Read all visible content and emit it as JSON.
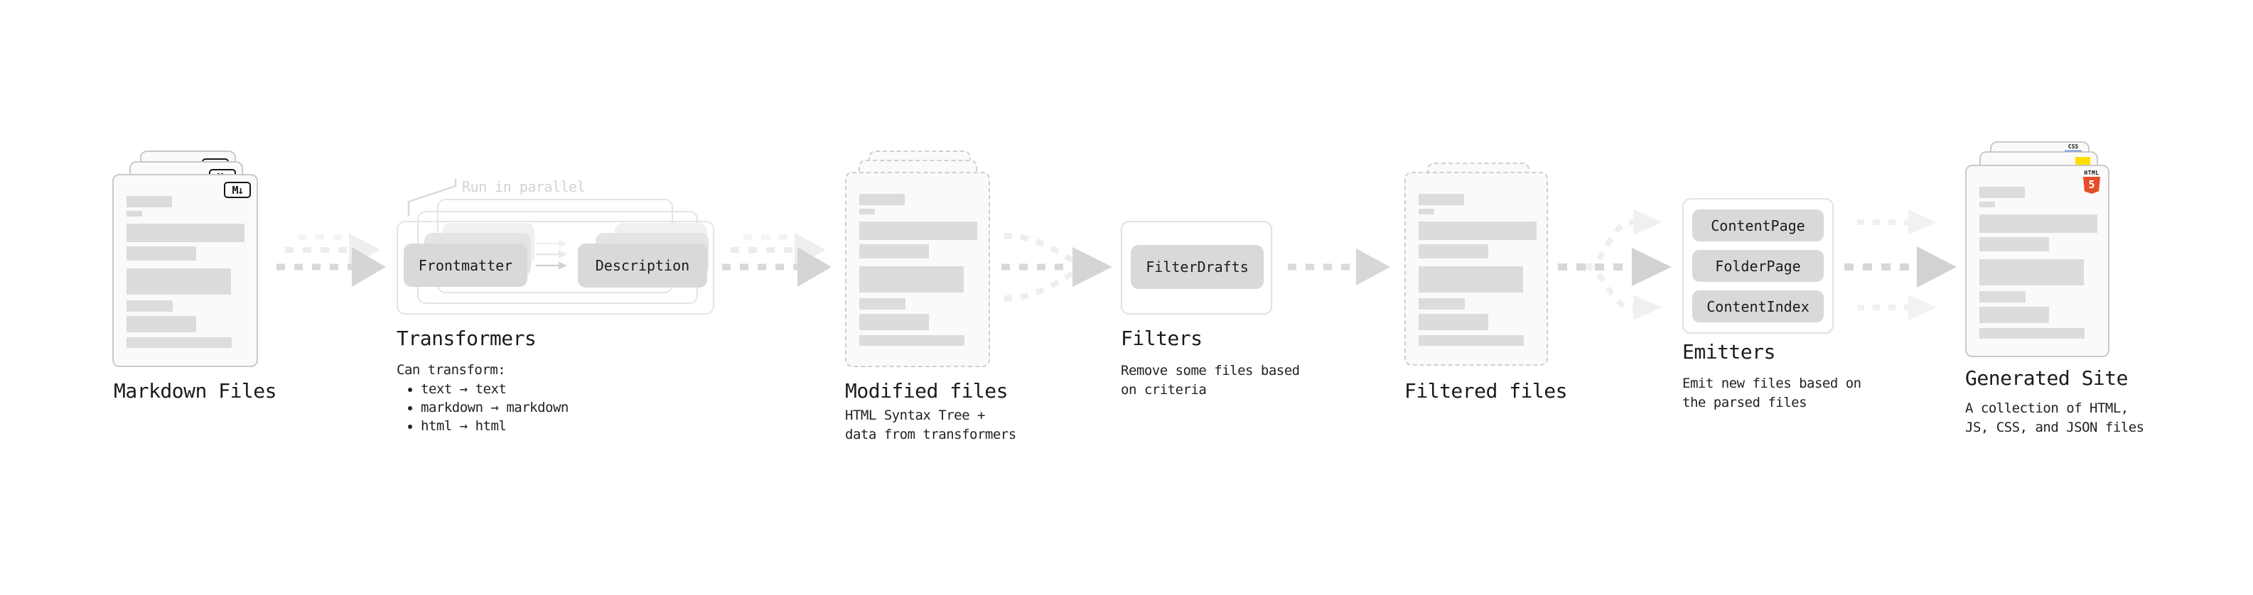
{
  "stages": {
    "markdown_files": {
      "label": "Markdown Files",
      "badge": "M↓"
    },
    "transformers": {
      "label": "Transformers",
      "note": "Run in parallel",
      "boxes": [
        "Frontmatter",
        "Description"
      ],
      "description_title": "Can transform:",
      "bullets": [
        "text → text",
        "markdown → markdown",
        "html → html"
      ]
    },
    "modified_files": {
      "label": "Modified files",
      "description": [
        "HTML Syntax Tree +",
        "data from transformers"
      ]
    },
    "filters": {
      "label": "Filters",
      "boxes": [
        "FilterDrafts"
      ],
      "description": [
        "Remove some files based",
        "on criteria"
      ]
    },
    "filtered_files": {
      "label": "Filtered files"
    },
    "emitters": {
      "label": "Emitters",
      "boxes": [
        "ContentPage",
        "FolderPage",
        "ContentIndex"
      ],
      "description": [
        "Emit new files based on",
        "the parsed files"
      ]
    },
    "generated_site": {
      "label": "Generated Site",
      "description": [
        "A collection of HTML,",
        "JS, CSS, and JSON files"
      ],
      "badges": {
        "css_label": "CSS",
        "html_label": "HTML",
        "html5_numeral": "5"
      }
    }
  },
  "colors": {
    "html5_orange": "#e44d26",
    "js_yellow": "#ffdf00",
    "css_blue": "#2965f1",
    "box_fill": "#d9d9d9",
    "card_border": "#c9c9c9",
    "skeleton": "#dcdcdc",
    "container_border": "#e4e4e4",
    "arrow": "#d8d8d8",
    "arrow_light": "#ececec",
    "note_gray": "#d2d2d2",
    "text": "#1e1e1e"
  }
}
